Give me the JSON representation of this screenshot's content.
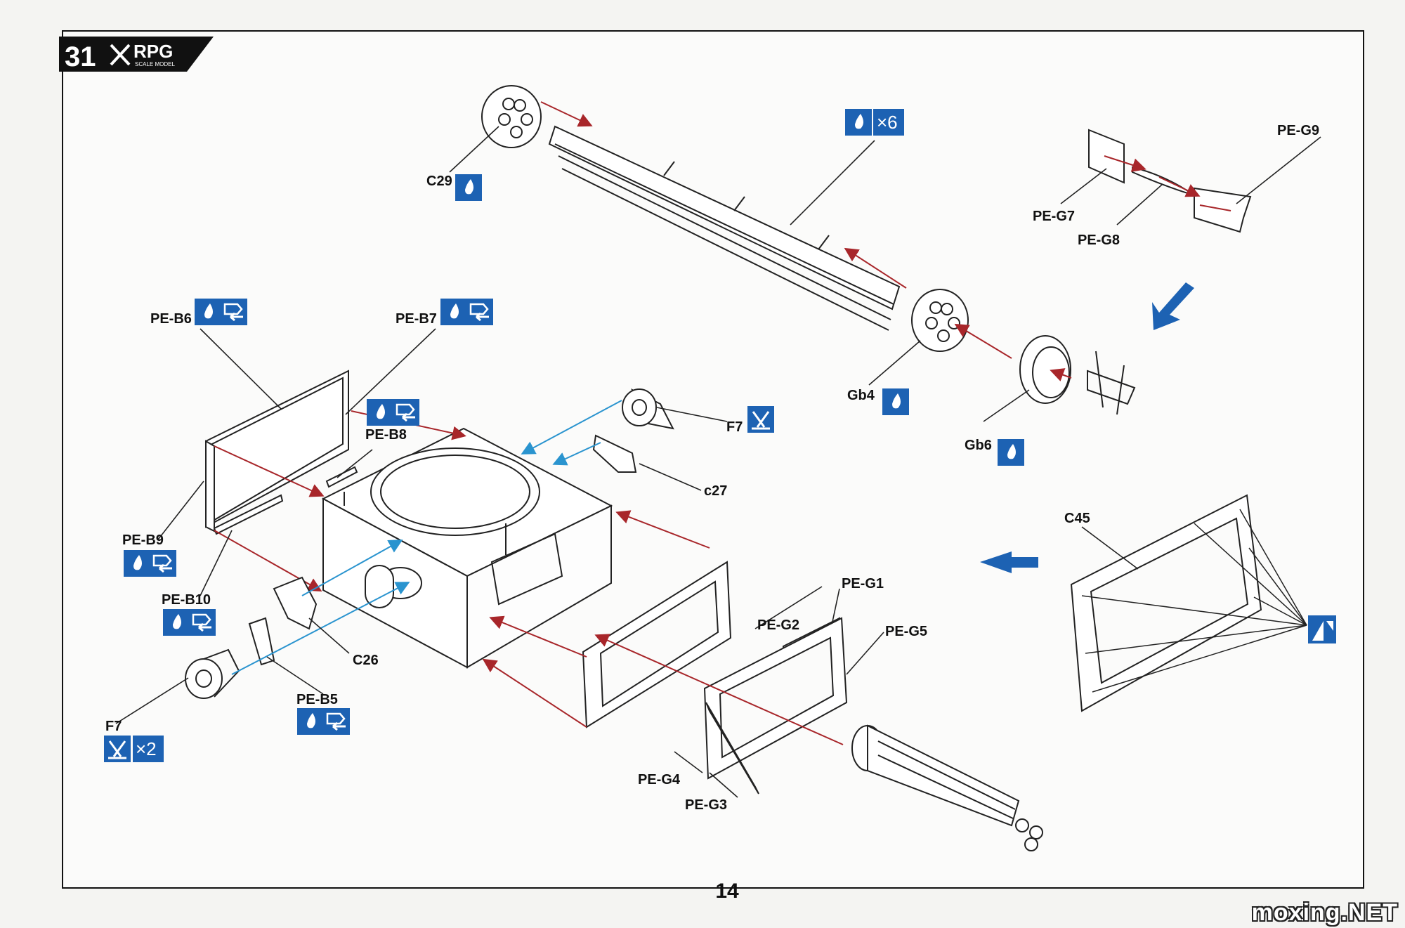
{
  "header": {
    "step_number": "31",
    "brand": "RPG",
    "brand_sub": "SCALE MODEL"
  },
  "page_number": "14",
  "watermark": "moxing.NET",
  "colors": {
    "icon_blue": "#1d62b3",
    "red_arrow": "#a8262a",
    "blue_arrow": "#2a94cf",
    "line": "#222222"
  },
  "icons": {
    "glue": "glue-drop-icon",
    "bend": "bend-arrow-icon",
    "cut": "cut-icon",
    "flip": "flip-icon",
    "direction": "direction-arrow-icon"
  },
  "labels": {
    "c29": "C29",
    "x6": "×6",
    "pe_g9": "PE-G9",
    "pe_g7": "PE-G7",
    "pe_g8": "PE-G8",
    "pe_b6": "PE-B6",
    "pe_b7": "PE-B7",
    "pe_b8": "PE-B8",
    "f7_top": "F7",
    "c27": "c27",
    "gb4": "Gb4",
    "gb6": "Gb6",
    "c45": "C45",
    "pe_b9": "PE-B9",
    "pe_b10": "PE-B10",
    "c26": "C26",
    "pe_b5": "PE-B5",
    "f7_bottom": "F7",
    "x2": "×2",
    "pe_g1": "PE-G1",
    "pe_g2": "PE-G2",
    "pe_g5": "PE-G5",
    "pe_g4": "PE-G4",
    "pe_g3": "PE-G3"
  }
}
